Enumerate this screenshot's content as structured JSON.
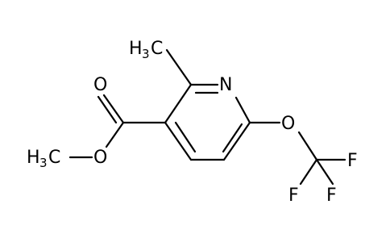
{
  "molecule": {
    "labels": {
      "methyl_top": {
        "main": "H",
        "sub": "3",
        "tail": "C"
      },
      "methyl_ester": {
        "main": "H",
        "sub": "3",
        "tail": "C"
      },
      "nitrogen": "N",
      "carbonyl_oxygen": "O",
      "ester_oxygen": "O",
      "ether_oxygen": "O",
      "fluorine_right": "F",
      "fluorine_left_bottom": "F",
      "fluorine_right_bottom": "F"
    }
  }
}
